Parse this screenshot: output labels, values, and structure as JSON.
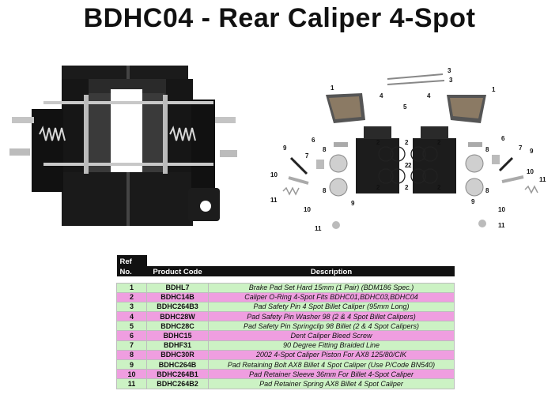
{
  "title": "BDHC04 - Rear Caliper 4-Spot",
  "diagram_callouts": [
    "1",
    "1",
    "2",
    "2",
    "2",
    "2",
    "2",
    "2",
    "2",
    "2",
    "3",
    "3",
    "4",
    "4",
    "5",
    "6",
    "6",
    "7",
    "7",
    "8",
    "8",
    "8",
    "8",
    "9",
    "9",
    "9",
    "9",
    "10",
    "10",
    "10",
    "10",
    "11",
    "11",
    "11",
    "11"
  ],
  "table": {
    "header_ref_top": "Ref",
    "header_ref": "No.",
    "header_code": "Product Code",
    "header_desc": "Description",
    "rows": [
      {
        "ref": "1",
        "code": "BDHL7",
        "desc": "Brake Pad Set Hard 15mm (1 Pair) (BDM186 Spec.)",
        "color": "green"
      },
      {
        "ref": "2",
        "code": "BDHC14B",
        "desc": "Caliper O-Ring 4-Spot Fits BDHC01,BDHC03,BDHC04",
        "color": "pink"
      },
      {
        "ref": "3",
        "code": "BDHC264B3",
        "desc": "Pad Safety Pin 4 Spot Billet Caliper (95mm Long)",
        "color": "green"
      },
      {
        "ref": "4",
        "code": "BDHC28W",
        "desc": "Pad Safety Pin Washer 98 (2 & 4 Spot Billet Calipers)",
        "color": "pink"
      },
      {
        "ref": "5",
        "code": "BDHC28C",
        "desc": "Pad Safety Pin Springclip 98 Billet (2 & 4 Spot Calipers)",
        "color": "green"
      },
      {
        "ref": "6",
        "code": "BDHC15",
        "desc": "Dent Caliper Bleed Screw",
        "color": "pink"
      },
      {
        "ref": "7",
        "code": "BDHF31",
        "desc": "90 Degree Fitting Braided Line",
        "color": "green"
      },
      {
        "ref": "8",
        "code": "BDHC30R",
        "desc": "2002 4-Spot Caliper Piston For AX8 125/80/CIK",
        "color": "pink"
      },
      {
        "ref": "9",
        "code": "BDHC264B",
        "desc": "Pad Retaining Bolt AX8 Billet 4 Spot Caliper (Use P/Code BN540)",
        "color": "green"
      },
      {
        "ref": "10",
        "code": "BDHC264B1",
        "desc": "Pad Retainer Sleeve 36mm For Billet 4-Spot Caliper",
        "color": "pink"
      },
      {
        "ref": "11",
        "code": "BDHC264B2",
        "desc": "Pad Retainer Spring AX8 Billet 4 Spot Caliper",
        "color": "green"
      }
    ]
  }
}
